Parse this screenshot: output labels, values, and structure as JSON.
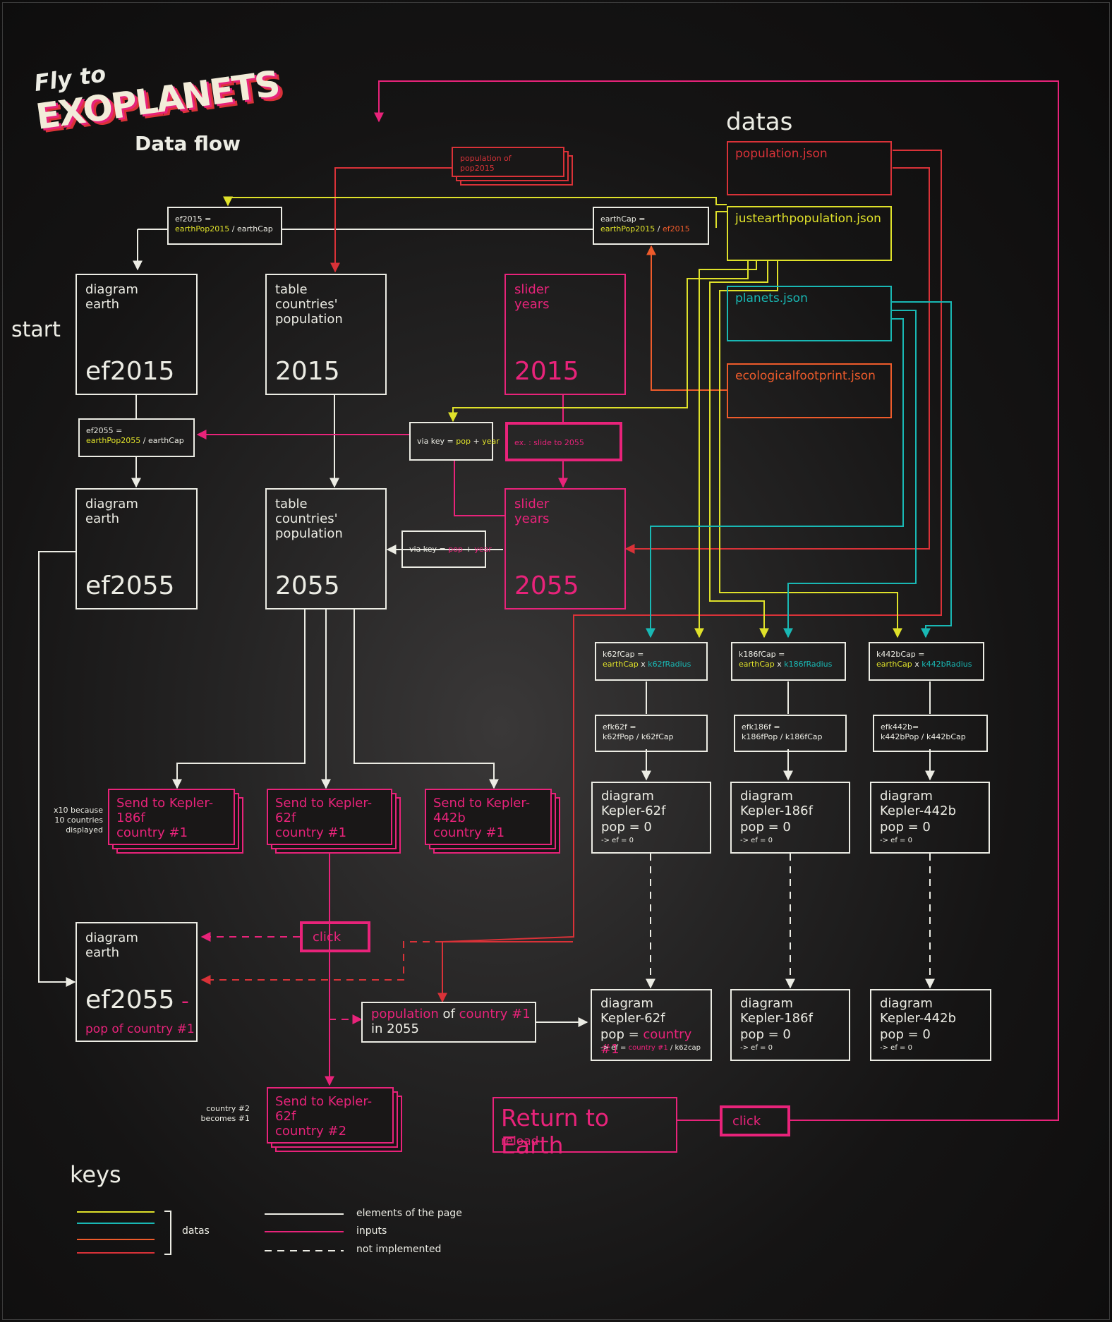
{
  "header": {
    "logo_small": "Fly to",
    "logo_big": "EXOPLANETS",
    "subtitle": "Data flow"
  },
  "labels": {
    "datas": "datas",
    "start": "start",
    "keys": "keys"
  },
  "diagram_earth": {
    "caption": "diagram\nearth",
    "ef2015": "ef2015",
    "ef2055": "ef2055",
    "ef2055_dash": "ef2055 -",
    "pop_of_country": "pop of country #1"
  },
  "table_countries": {
    "caption": "table\ncountries'\npopulation",
    "y2015": "2015",
    "y2055": "2055"
  },
  "slider_years": {
    "caption": "slider\nyears",
    "y2015": "2015",
    "y2055": "2055"
  },
  "formulas": {
    "ef2015_name": "ef2015 =",
    "ef2015_a": "earthPop2015",
    "ef2015_b": " / earthCap",
    "ef2055_name": "ef2055 =",
    "ef2055_a": "earthPop2055",
    "ef2055_b": " / earthCap",
    "earthcap_name": "earthCap =",
    "earthcap_a": "earthPop2015",
    "earthcap_sep": " / ",
    "earthcap_b": "ef2015",
    "viakey_a": "via key = ",
    "viakey_pop": "pop",
    "viakey_plus": " + ",
    "viakey_year": "year",
    "slide_ex": "ex. : slide to 2055",
    "population_of": "population of\npop2015"
  },
  "datas": {
    "population": "population.json",
    "justearth": "justearthpopulation.json",
    "planets": "planets.json",
    "ecological": "ecologicalfootprint.json"
  },
  "planets": [
    {
      "cap_name": "k62fCap =",
      "cap_a": "earthCap",
      "cap_x": " x ",
      "cap_b": "k62fRadius",
      "ef_name": "efk62f =",
      "ef_formula": "k62fPop / k62fCap",
      "diag": "diagram\nKepler-62f",
      "pop": "pop = 0",
      "ef": "-> ef = 0",
      "diag2_pop_a": "pop = ",
      "diag2_pop_b": "country #1",
      "diag2_ef_a": "-> ef = ",
      "diag2_ef_b": "country #1",
      "diag2_ef_c": " / k62cap"
    },
    {
      "cap_name": "k186fCap =",
      "cap_a": "earthCap",
      "cap_x": " x ",
      "cap_b": "k186fRadius",
      "ef_name": "efk186f =",
      "ef_formula": "k186fPop / k186fCap",
      "diag": "diagram\nKepler-186f",
      "pop": "pop = 0",
      "ef": "-> ef = 0"
    },
    {
      "cap_name": "k442bCap =",
      "cap_a": "earthCap",
      "cap_x": " x ",
      "cap_b": "k442bRadius",
      "ef_name": "efk442b=",
      "ef_formula": "k442bPop / k442bCap",
      "diag": "diagram\nKepler-442b",
      "pop": "pop = 0",
      "ef": "-> ef = 0"
    }
  ],
  "send": {
    "k186": "Send to Kepler-186f\ncountry #1",
    "k62": "Send to Kepler-62f\ncountry #1",
    "k442": "Send to Kepler-442b\ncountry #1",
    "k62_2": "Send to Kepler-62f\ncountry #2"
  },
  "notes": {
    "x10": "x10 because\n10 countries\ndisplayed",
    "country2": "country #2\nbecomes #1"
  },
  "click": "click",
  "population_country": {
    "a": "population",
    "b": " of ",
    "c": "country #1",
    "d": "in 2055"
  },
  "return": {
    "title": "Return to Earth",
    "sub": "reload"
  },
  "legend": {
    "datas": "datas",
    "elements": "elements of the page",
    "inputs": "inputs",
    "not_impl": "not implemented"
  },
  "colors": {
    "white": "#ecece4",
    "pink": "#e8237a",
    "red": "#d93238",
    "yellow": "#dfe12a",
    "teal": "#19b8b4",
    "orange": "#ee5b2b"
  }
}
